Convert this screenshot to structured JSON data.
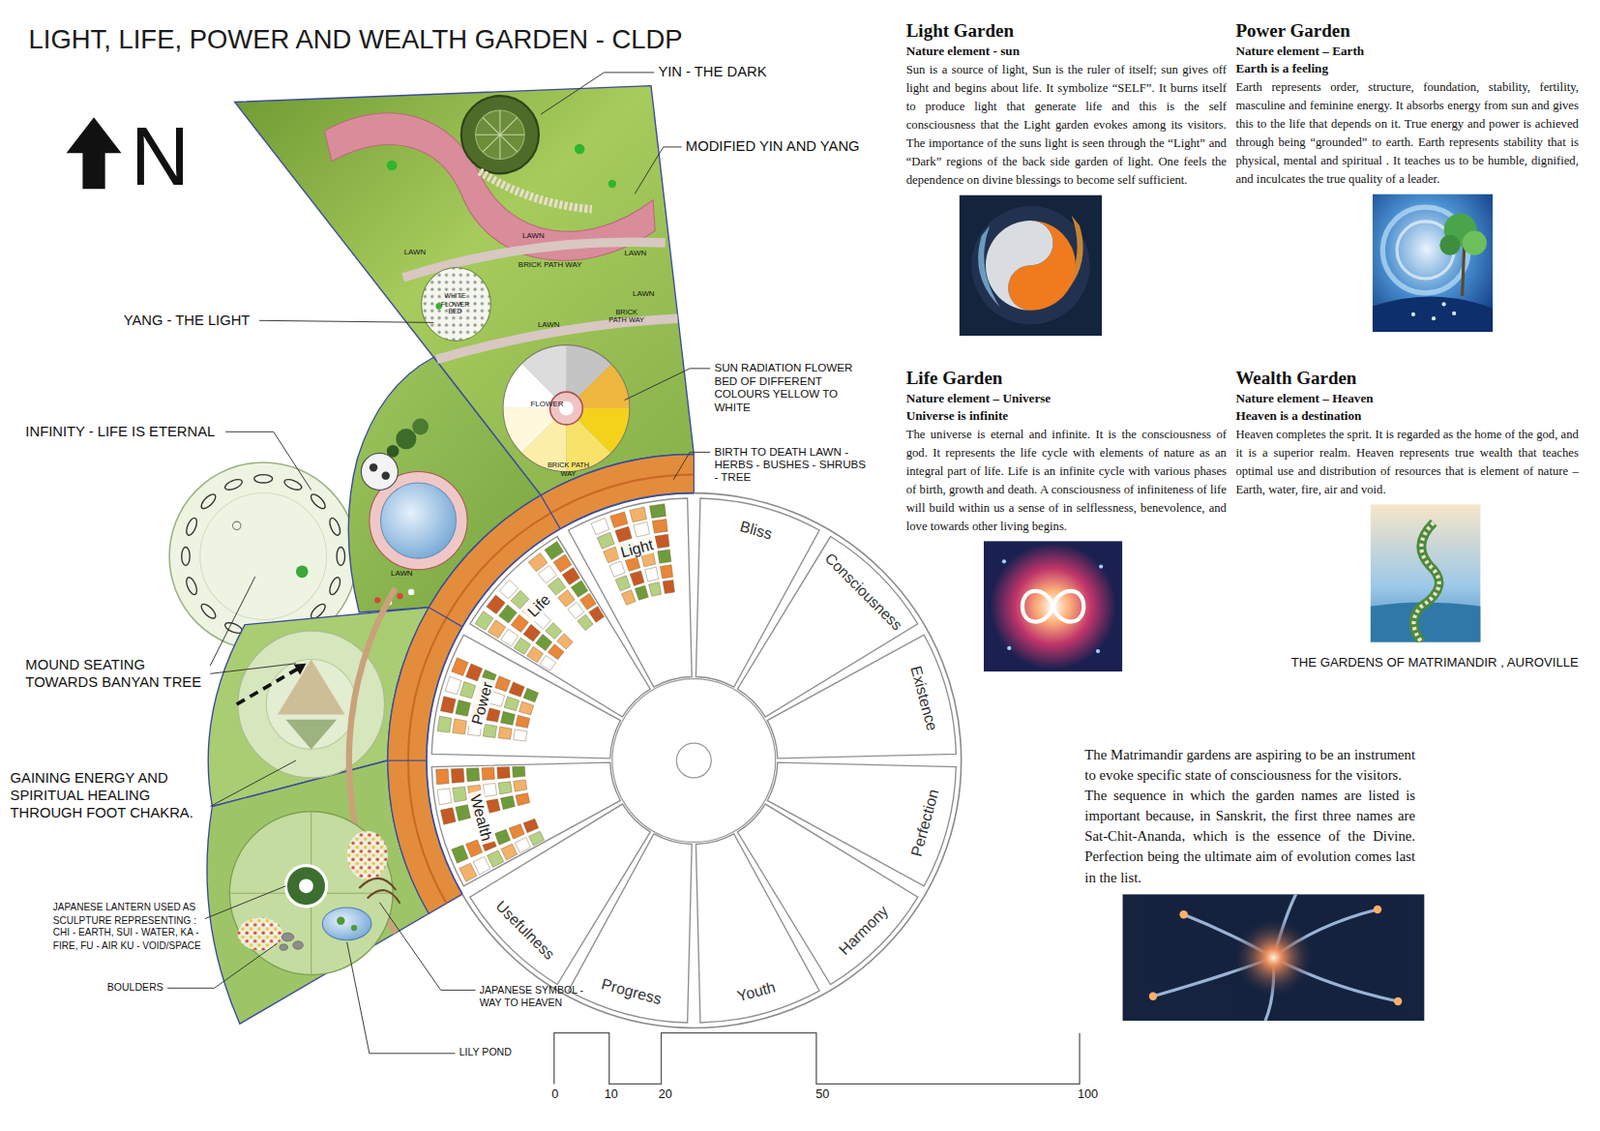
{
  "diagram": {
    "title": "LIGHT, LIFE, POWER AND WEALTH GARDEN - CLDP",
    "nodes": [
      {
        "text": [
          "Light"
        ]
      },
      {
        "text": [
          "Bliss"
        ]
      },
      {
        "text": [
          "Consciousness"
        ]
      },
      {
        "text": [
          "Existence"
        ]
      },
      {
        "text": [
          "Perfection"
        ]
      },
      {
        "text": [
          "Harmony"
        ]
      },
      {
        "text": [
          "Youth"
        ]
      },
      {
        "text": [
          "Progress"
        ]
      },
      {
        "text": [
          "Usefulness"
        ]
      },
      {
        "text": [
          "Wealth"
        ]
      },
      {
        "text": [
          "Power"
        ]
      },
      {
        "text": [
          "Life"
        ]
      }
    ],
    "labels": [
      "YIN - THE DARK",
      "MODIFIED YIN AND YANG",
      "YANG - THE LIGHT",
      "SUN RADIATION FLOWER BED OF DIFFERENT COLOURS YELLOW TO WHITE",
      "INFINITY - LIFE IS ETERNAL",
      "BIRTH TO DEATH LAWN - HERBS - BUSHES - SHRUBS - TREE",
      "MOUND SEATING TOWARDS BANYAN TREE",
      "GAINING ENERGY AND SPIRITUAL HEALING THROUGH FOOT CHAKRA.",
      "JAPANESE LANTERN USED AS SCULPTURE REPRESENTING : CHI - EARTH, SUI - WATER, KA - FIRE, FU - AIR KU - VOID/SPACE",
      "BOULDERS",
      "JAPANESE SYMBOL - WAY TO HEAVEN",
      "LILY POND",
      "N",
      "LAWN",
      "LAWN",
      "LAWN",
      "LAWN",
      "LAWN",
      "BRICK PATH WAY",
      "WHITE FLOWER BED",
      "BRICK PATH WAY",
      "FLOWER",
      "BRICK PATH WAY",
      "LAWN",
      "0",
      "10",
      "20",
      "50",
      "100",
      "Light Garden",
      "Nature element - sun",
      "Sun is a source of light, Sun is the ruler of itself; sun gives off light and begins about life. It symbolize “SELF”. It burns itself to produce light that generate life and this is the self consciousness that the Light garden evokes among its visitors. The importance of the suns light is seen through the “Light” and “Dark” regions of the back side garden of light. One feels the dependence on divine blessings to become self sufficient.",
      "Power Garden",
      "Nature element – Earth",
      "Earth is a feeling",
      "Earth represents order, structure, foundation, stability, fertility, masculine and feminine energy. It absorbs energy from sun and gives this to the life that depends on it. True energy and power is achieved through being “grounded” to earth. Earth represents stability that is physical, mental and spiritual . It teaches us to be humble, dignified, and inculcates the true quality of a leader.",
      "Life Garden",
      "Nature element – Universe",
      "Universe is infinite",
      "The universe is eternal and infinite. It is the consciousness of god. It represents the life cycle with elements of nature as an integral part of life. Life is an infinite cycle with various phases of birth, growth and death. A consciousness of infiniteness of life will build within us a sense of in selflessness, benevolence, and love towards other living begins.",
      "Wealth Garden",
      "Nature element – Heaven",
      "Heaven is a destination",
      "Heaven completes the sprit. It is regarded as the home of the god, and it is a superior realm. Heaven represents true wealth that teaches optimal use and distribution of resources that is element of nature – Earth, water, fire, air and void.",
      "THE GARDENS OF MATRIMANDIR , AUROVILLE",
      "The Matrimandir gardens are aspiring to be an instrument to evoke specific state of consciousness for the visitors.",
      "The sequence in which the garden names are listed is important because, in Sanskrit, the first three names are Sat-Chit-Ananda, which is the essence of the Divine. Perfection being the ultimate aim of evolution comes last in the list."
    ]
  }
}
